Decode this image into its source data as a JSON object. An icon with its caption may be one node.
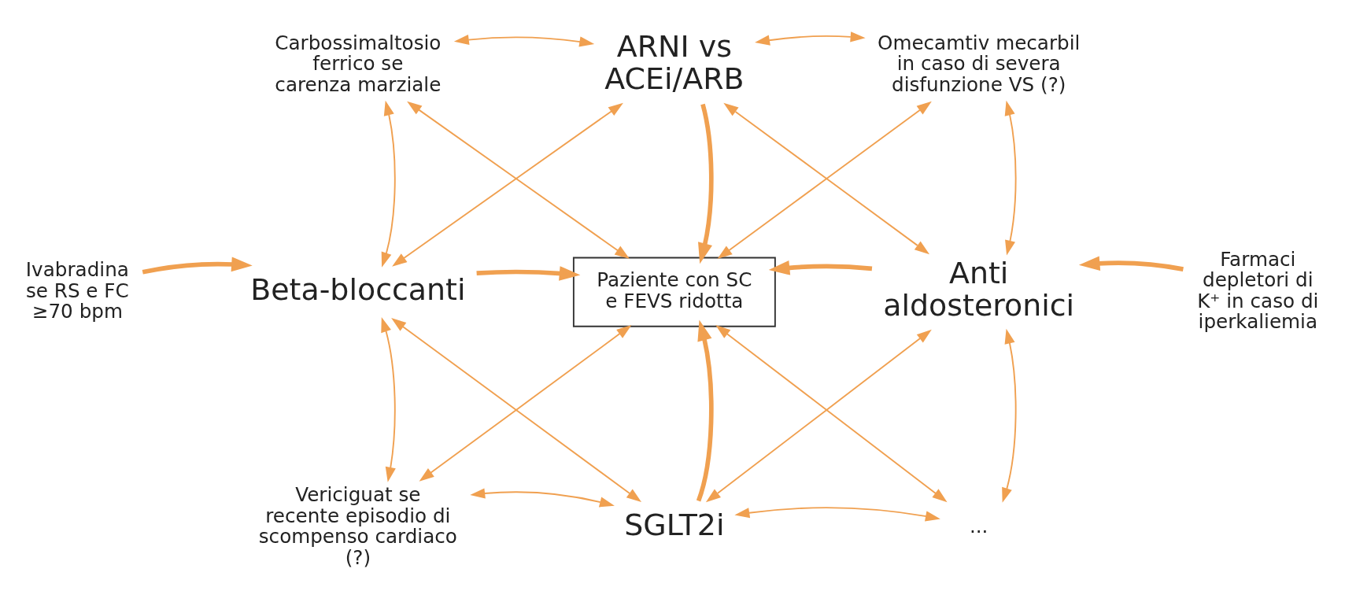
{
  "diagram": {
    "nodes": [
      {
        "text": [
          "Carbossimaltosio ferrico se carenza marziale"
        ]
      },
      {
        "text": [
          "ARNI vs ACEi/ARB"
        ]
      },
      {
        "text": [
          "Omecamtiv mecarbil in caso di severa disfunzione VS (?)"
        ]
      },
      {
        "text": [
          "Ivabradina se RS e FC ≥70 bpm"
        ]
      },
      {
        "text": [
          "Beta-bloccanti"
        ]
      },
      {
        "text": [
          "Paziente con SC e FEVS ridotta"
        ]
      },
      {
        "text": [
          "Anti aldosteronici"
        ]
      },
      {
        "text": [
          "Farmaci depletori di K⁺ in caso di iperkaliemia"
        ]
      },
      {
        "text": [
          "Vericiguat se recente episodio di scompenso cardiaco (?)"
        ]
      },
      {
        "text": [
          "SGLT2i"
        ]
      },
      {
        "text": [
          "..."
        ]
      }
    ],
    "edges": [
      {
        "from": 0,
        "to": 1,
        "arrow": "both"
      },
      {
        "from": 0,
        "to": 4,
        "arrow": "both"
      },
      {
        "from": 4,
        "to": 1,
        "arrow": "both"
      },
      {
        "from": 0,
        "to": 5,
        "arrow": "both"
      },
      {
        "from": 1,
        "to": 5,
        "arrow": "to",
        "style": "thick"
      },
      {
        "from": 1,
        "to": 2,
        "arrow": "both"
      },
      {
        "from": 1,
        "to": 6,
        "arrow": "both"
      },
      {
        "from": 2,
        "to": 6,
        "arrow": "both"
      },
      {
        "from": 2,
        "to": 5,
        "arrow": "both"
      },
      {
        "from": 3,
        "to": 4,
        "arrow": "to",
        "style": "thick"
      },
      {
        "from": 4,
        "to": 5,
        "arrow": "to",
        "style": "thick"
      },
      {
        "from": 6,
        "to": 5,
        "arrow": "to",
        "style": "thick"
      },
      {
        "from": 7,
        "to": 6,
        "arrow": "to",
        "style": "thick"
      },
      {
        "from": 8,
        "to": 4,
        "arrow": "both"
      },
      {
        "from": 8,
        "to": 5,
        "arrow": "both"
      },
      {
        "from": 8,
        "to": 9,
        "arrow": "both"
      },
      {
        "from": 4,
        "to": 9,
        "arrow": "both"
      },
      {
        "from": 9,
        "to": 5,
        "arrow": "to",
        "style": "thick"
      },
      {
        "from": 10,
        "to": 5,
        "arrow": "both"
      },
      {
        "from": 6,
        "to": 10,
        "arrow": "both"
      },
      {
        "from": 6,
        "to": 9,
        "arrow": "both"
      },
      {
        "from": 10,
        "to": 9,
        "arrow": "both"
      }
    ]
  }
}
